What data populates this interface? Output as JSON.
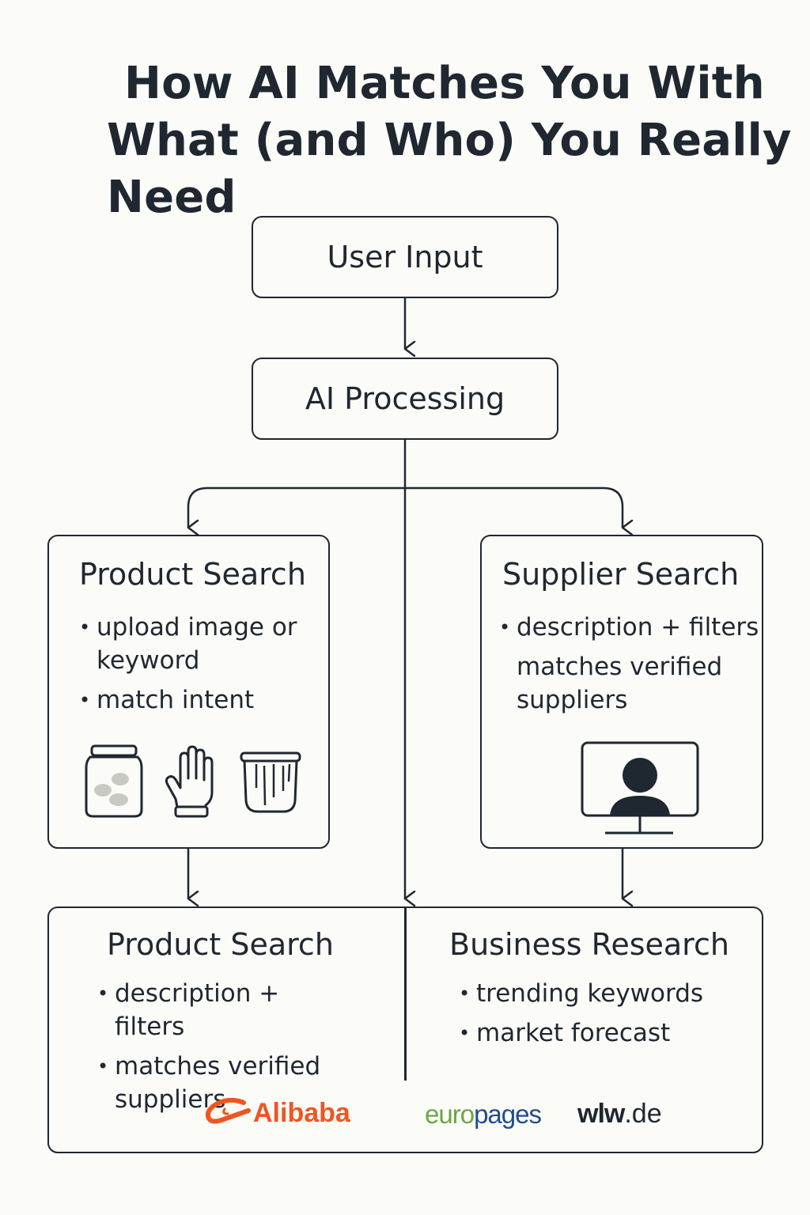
{
  "title": {
    "line1": "How AI Matches You With",
    "line2": "What (and Who) You Really Need"
  },
  "nodes": {
    "user_input": "User Input",
    "ai_processing": "AI Processing"
  },
  "product_search_top": {
    "heading": "Product Search",
    "bullets": [
      "upload image or keyword",
      "match intent"
    ],
    "icons": [
      "jar-icon",
      "glove-icon",
      "bucket-icon"
    ]
  },
  "supplier_search": {
    "heading": "Supplier Search",
    "bullet": "description + filters",
    "continuation": "matches verified suppliers",
    "icon": "user-monitor-icon"
  },
  "product_search_bottom": {
    "heading": "Product Search",
    "bullets": [
      "description + filters",
      "matches verified suppliers"
    ]
  },
  "business_research": {
    "heading": "Business Research",
    "bullets": [
      "trending keywords",
      "market forecast"
    ]
  },
  "logos": {
    "alibaba": "Alibaba",
    "europages_euro": "euro",
    "europages_pages": "pages",
    "wlw_main": "wlw",
    "wlw_suffix": ".de"
  },
  "colors": {
    "stroke": "#1f2730",
    "background": "#fbfbf8",
    "alibaba": "#f0551f",
    "europages_green": "#6aa744",
    "europages_blue": "#1f4d8f"
  }
}
